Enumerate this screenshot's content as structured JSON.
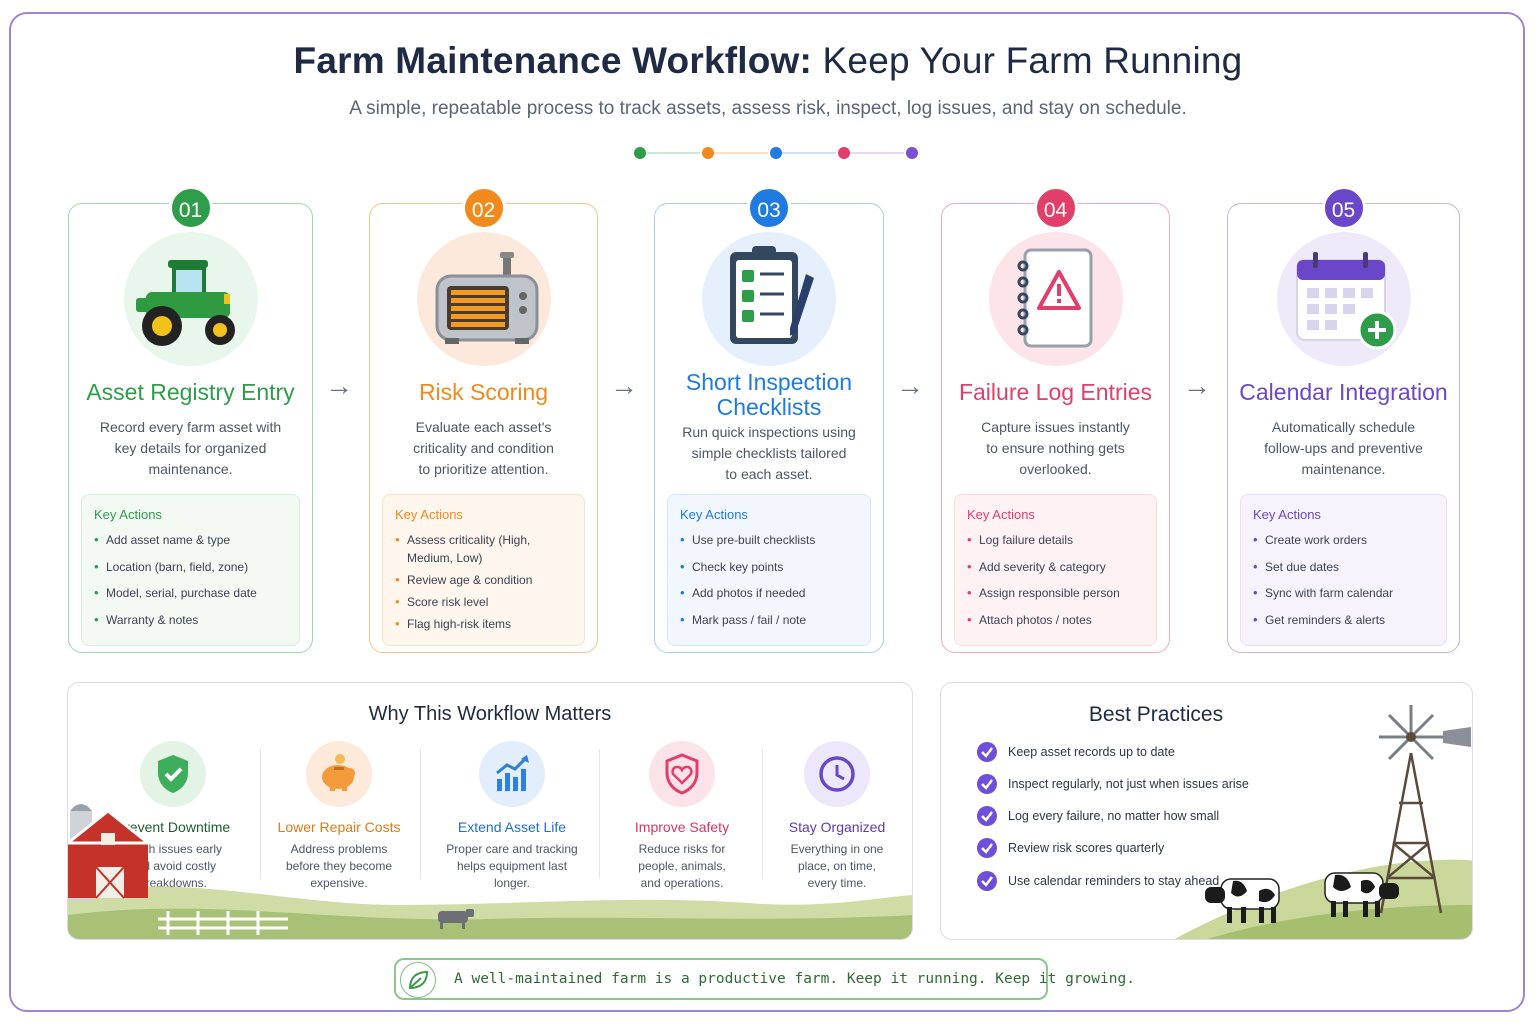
{
  "header": {
    "title_bold": "Farm Maintenance Workflow:",
    "title_rest": "Keep Your Farm Running",
    "subtitle": "A simple, repeatable process to track assets, assess risk, inspect, log issues, and stay on schedule."
  },
  "colors": {
    "green": "#2e9d4a",
    "orange": "#f08a1c",
    "blue": "#1f7be0",
    "pink": "#e23e6a",
    "purple": "#6a47c9"
  },
  "steps": [
    {
      "number": "01",
      "title": "Asset Registry Entry",
      "icon": "tractor-icon",
      "description_lines": [
        "Record every farm asset with",
        "key details for organized",
        "maintenance."
      ],
      "actions_header": "Key Actions",
      "actions": [
        "Add asset name & type",
        "Location (barn, field, zone)",
        "Model, serial, purchase date",
        "Warranty & notes"
      ]
    },
    {
      "number": "02",
      "title": "Risk Scoring",
      "icon": "heater-icon",
      "description_lines": [
        "Evaluate each asset's",
        "criticality and condition",
        "to prioritize attention."
      ],
      "actions_header": "Key Actions",
      "actions": [
        "Assess criticality (High, Medium, Low)",
        "Review age & condition",
        "Score risk level",
        "Flag high-risk items"
      ]
    },
    {
      "number": "03",
      "title_lines": [
        "Short Inspection",
        "Checklists"
      ],
      "icon": "clipboard-checklist-icon",
      "description_lines": [
        "Run quick inspections using",
        "simple checklists tailored",
        "to each asset."
      ],
      "actions_header": "Key Actions",
      "actions": [
        "Use pre-built checklists",
        "Check key points",
        "Add photos if needed",
        "Mark pass / fail / note"
      ]
    },
    {
      "number": "04",
      "title": "Failure Log Entries",
      "icon": "warning-notebook-icon",
      "description_lines": [
        "Capture issues instantly",
        "to ensure nothing gets",
        "overlooked."
      ],
      "actions_header": "Key Actions",
      "actions": [
        "Log failure details",
        "Add severity & category",
        "Assign responsible person",
        "Attach photos / notes"
      ]
    },
    {
      "number": "05",
      "title": "Calendar Integration",
      "icon": "calendar-plus-icon",
      "description_lines": [
        "Automatically schedule",
        "follow-ups and preventive",
        "maintenance."
      ],
      "actions_header": "Key Actions",
      "actions": [
        "Create work orders",
        "Set due dates",
        "Sync with farm calendar",
        "Get reminders & alerts"
      ]
    }
  ],
  "why": {
    "title": "Why This Workflow Matters",
    "benefits": [
      {
        "title": "Prevent Downtime",
        "icon": "shield-check-icon",
        "lines": [
          "Catch issues early",
          "and avoid costly",
          "breakdowns."
        ]
      },
      {
        "title": "Lower Repair Costs",
        "icon": "piggy-bank-icon",
        "lines": [
          "Address problems",
          "before they become",
          "expensive."
        ]
      },
      {
        "title": "Extend Asset Life",
        "icon": "growth-chart-icon",
        "lines": [
          "Proper care and tracking",
          "helps equipment last",
          "longer."
        ]
      },
      {
        "title": "Improve Safety",
        "icon": "heart-shield-icon",
        "lines": [
          "Reduce risks for",
          "people, animals,",
          "and operations."
        ]
      },
      {
        "title": "Stay Organized",
        "icon": "clock-icon",
        "lines": [
          "Everything in one",
          "place, on time,",
          "every time."
        ]
      }
    ]
  },
  "best_practices": {
    "title": "Best Practices",
    "items": [
      "Keep asset records up to date",
      "Inspect regularly, not just when issues arise",
      "Log every failure, no matter how small",
      "Review risk scores quarterly",
      "Use calendar reminders to stay ahead"
    ]
  },
  "footer": {
    "icon": "leaf-icon",
    "text": "A well-maintained farm is a productive farm. Keep it running. Keep it growing."
  }
}
